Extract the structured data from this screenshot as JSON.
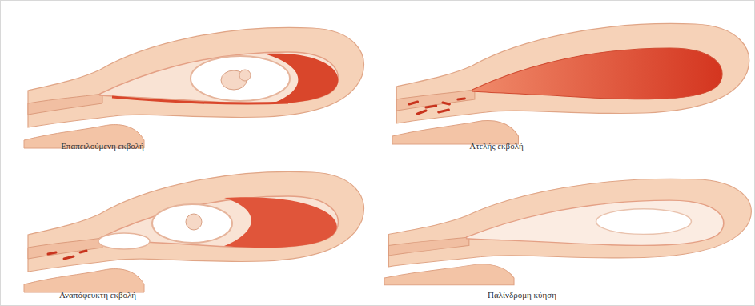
{
  "diagram": {
    "labels": [
      "Επαπειλούμενη εκβολή",
      "Ατελής εκβολή",
      "Αναπόφευκτη εκβολή",
      "Παλίνδρομη κύηση"
    ]
  }
}
